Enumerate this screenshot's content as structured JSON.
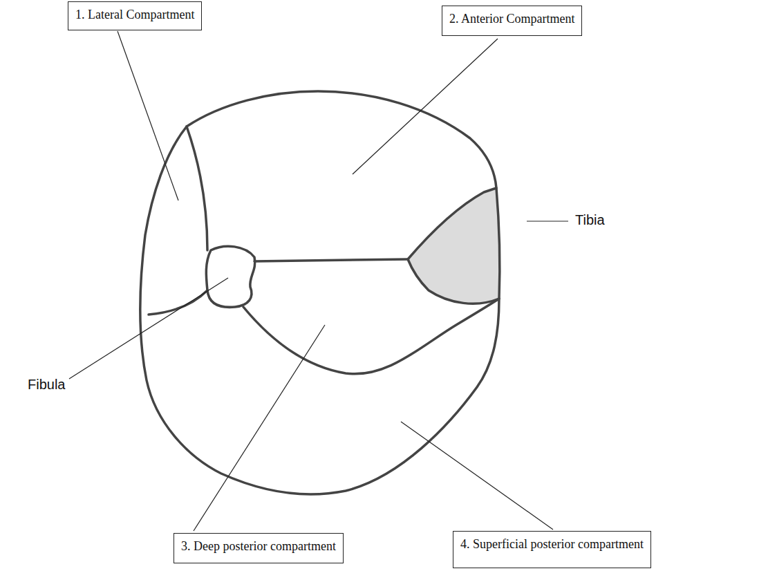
{
  "diagram": {
    "nodes": [
      {
        "text": [
          "1. Lateral Compartment"
        ]
      },
      {
        "text": [
          "2. Anterior Compartment"
        ]
      },
      {
        "text": [
          "3. Deep posterior compartment"
        ]
      },
      {
        "text": [
          "4. Superficial posterior compartment"
        ]
      }
    ],
    "labels": [
      "Tibia",
      "Fibula"
    ]
  }
}
